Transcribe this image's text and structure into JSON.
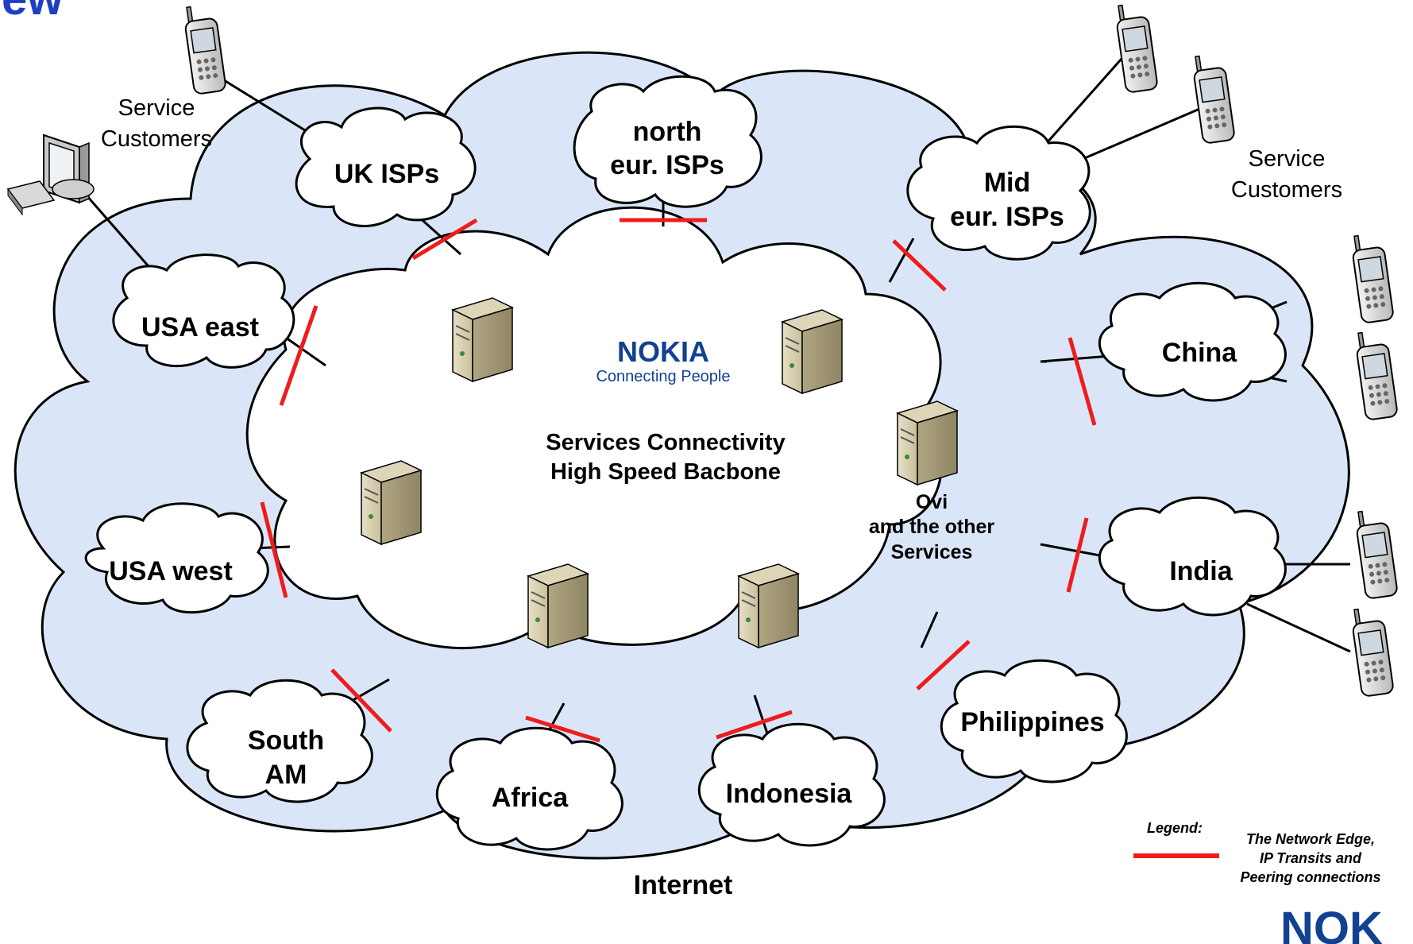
{
  "page": {
    "title_fragment": "ew"
  },
  "core": {
    "brand": "NOKIA",
    "tagline": "Connecting People",
    "backbone_line1": "Services Connectivity",
    "backbone_line2": "High Speed Bacbone",
    "services_line1": "Ovi",
    "services_line2": "and the other",
    "services_line3": "Services"
  },
  "internet_label": "Internet",
  "regions": {
    "uk": [
      "UK ISPs"
    ],
    "north_eur": [
      "north",
      "eur. ISPs"
    ],
    "mid_eur": [
      "Mid",
      "eur. ISPs"
    ],
    "usa_east": [
      "USA east"
    ],
    "usa_west": [
      "USA west"
    ],
    "china": [
      "China"
    ],
    "india": [
      "India"
    ],
    "south_am": [
      "South",
      "AM"
    ],
    "africa": [
      "Africa"
    ],
    "indonesia": [
      "Indonesia"
    ],
    "philippines": [
      "Philippines"
    ]
  },
  "customers_left": [
    "Service",
    "Customers"
  ],
  "customers_right": [
    "Service",
    "Customers"
  ],
  "legend": {
    "title": "Legend:",
    "line1": "The Network Edge,",
    "line2": "IP Transits and",
    "line3": "Peering connections",
    "color": "#ee1c1c"
  },
  "footer_logo": "NOK",
  "colors": {
    "internet_fill": "#dae6f8",
    "brand_blue": "#124191",
    "edge_red": "#ee1c1c"
  }
}
